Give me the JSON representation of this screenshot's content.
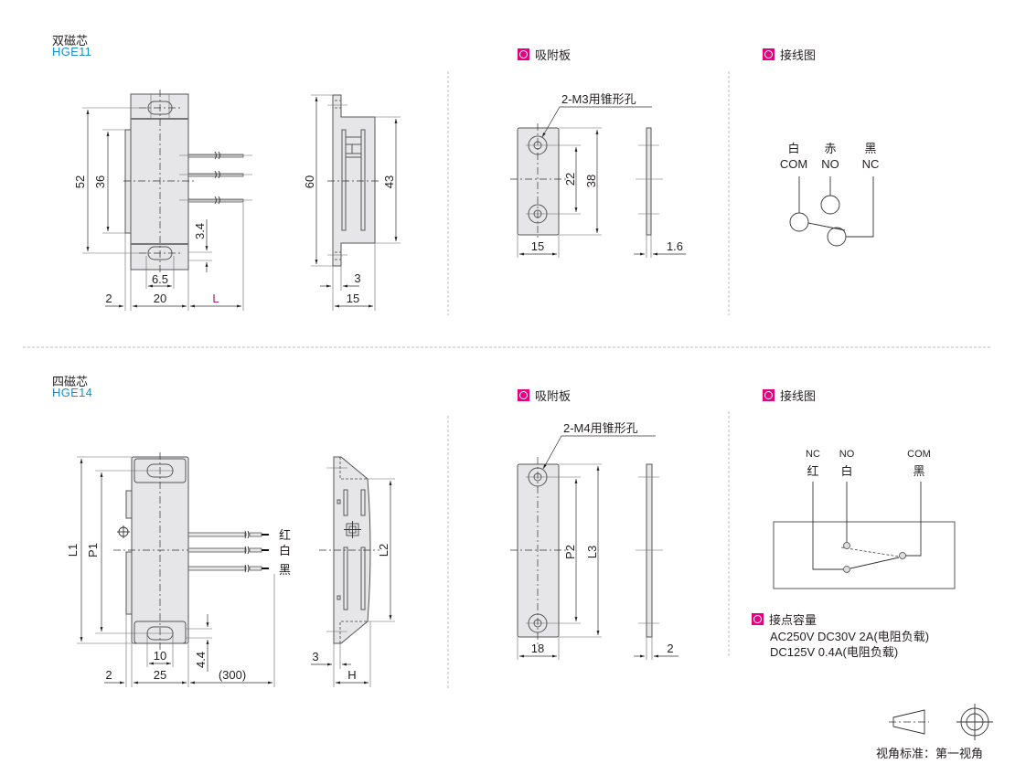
{
  "sections": {
    "hge11": {
      "title_cn": "双磁芯",
      "model": "HGE11",
      "front_view": {
        "dimensions": {
          "overall_pitch": "52",
          "side_length": "36",
          "wire_offset": "3.4",
          "slot_width": "6.5",
          "offset_left": "2",
          "body_width": "20",
          "wire_length": "L"
        }
      },
      "side_view": {
        "dimensions": {
          "overall_length": "60",
          "body_length": "43",
          "flange_thickness": "3",
          "total_height": "15"
        }
      }
    },
    "hge11_plate": {
      "heading": "吸附板",
      "callout": "2-M3用锥形孔",
      "dimensions": {
        "hole_pitch": "22",
        "length": "38",
        "width": "15",
        "thickness": "1.6"
      }
    },
    "hge11_wiring": {
      "heading": "接线图",
      "terminals": [
        {
          "color": "白",
          "label": "COM"
        },
        {
          "color": "赤",
          "label": "NO"
        },
        {
          "color": "黑",
          "label": "NC"
        }
      ]
    },
    "hge14": {
      "title_cn": "四磁芯",
      "model": "HGE14",
      "front_view": {
        "wire_colors": [
          "红",
          "白",
          "黑"
        ],
        "dimensions": {
          "overall_length": "L1",
          "pitch": "P1",
          "slot_width": "10",
          "wire_offset": "4.4",
          "offset_left": "2",
          "body_width": "25",
          "wire_length": "(300)"
        }
      },
      "side_view": {
        "dimensions": {
          "body_length": "L2",
          "flange_thickness": "3",
          "height": "H"
        }
      }
    },
    "hge14_plate": {
      "heading": "吸附板",
      "callout": "2-M4用锥形孔",
      "dimensions": {
        "hole_pitch": "P2",
        "length": "L3",
        "width": "18",
        "thickness": "2"
      }
    },
    "hge14_wiring": {
      "heading": "接线图",
      "terminals": [
        {
          "label": "NC",
          "color": "红"
        },
        {
          "label": "NO",
          "color": "白"
        },
        {
          "label": "COM",
          "color": "黑"
        }
      ],
      "contact_capacity": {
        "heading": "接点容量",
        "lines": [
          "AC250V  DC30V  2A(电阻负载)",
          "DC125V  0.4A(电阻负载)"
        ]
      }
    }
  },
  "projection": {
    "label": "视角标准：第一视角"
  },
  "colors": {
    "accent": "#e4007f",
    "model_blue": "#1a8fc9",
    "part_fill": "#e6e6e8",
    "line": "#231f20",
    "wire_length_label": "#a0237f"
  }
}
